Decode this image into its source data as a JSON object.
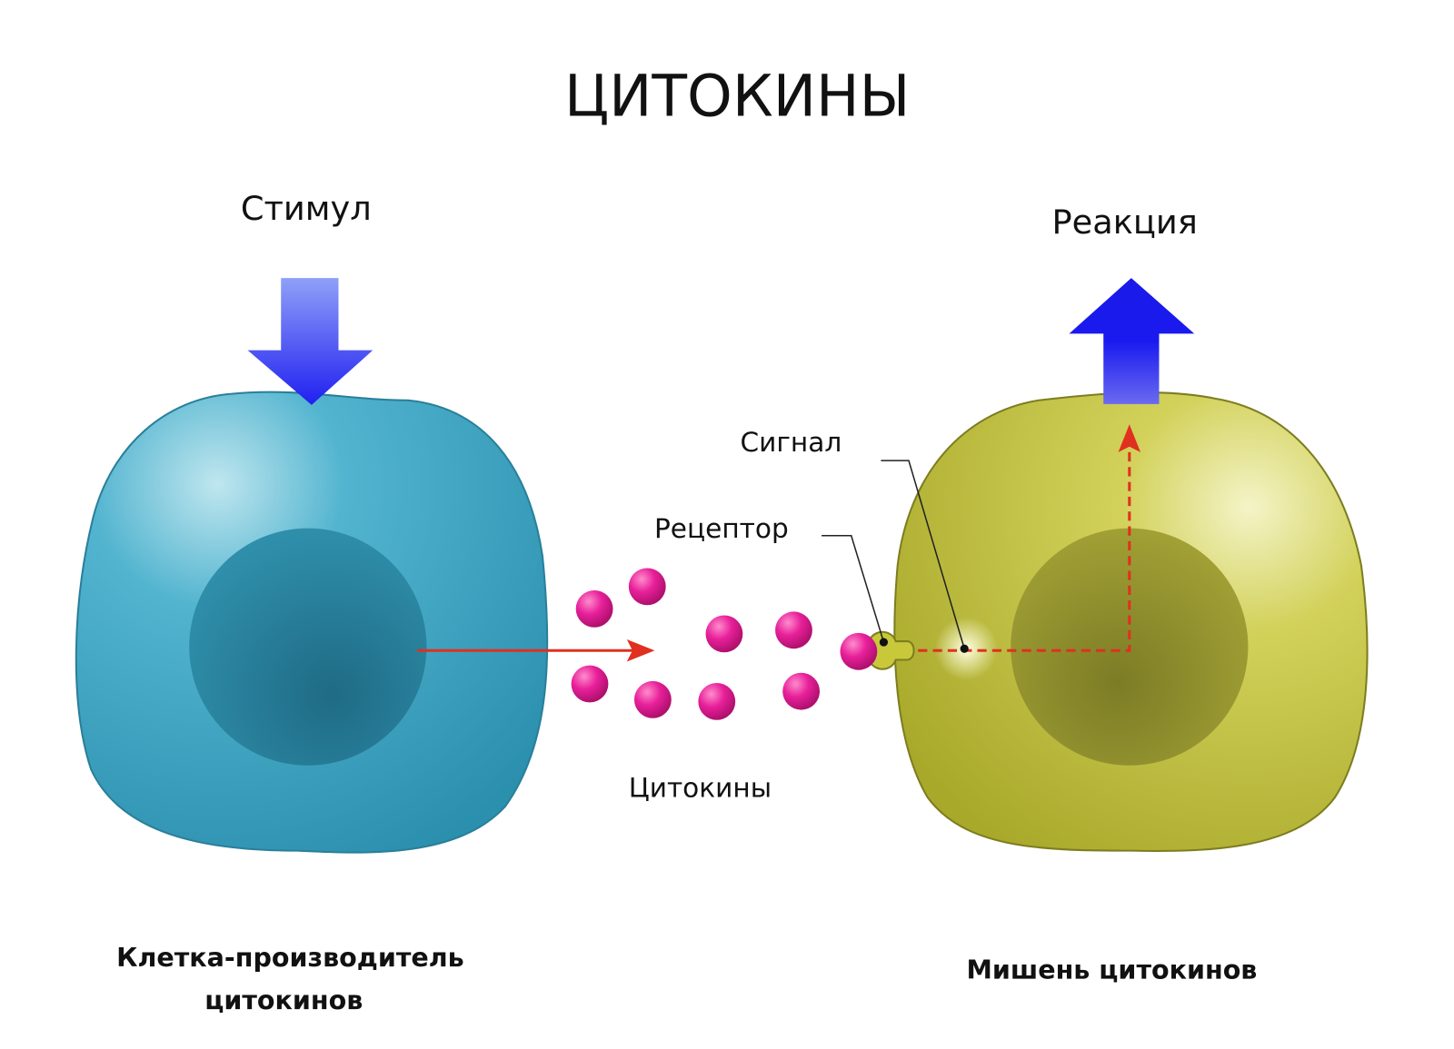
{
  "title": "ЦИТОКИНЫ",
  "labels": {
    "stimulus": "Стимул",
    "reaction": "Реакция",
    "signal": "Сигнал",
    "receptor": "Рецептор",
    "cytokines": "Цитокины",
    "producer_cell_line1": "Клетка-производитель",
    "producer_cell_line2": "цитокинов",
    "target_cell": "Мишень цитокинов"
  },
  "colors": {
    "producer_cell": "#3fa3c2",
    "target_cell": "#c3c23a",
    "cytokine": "#e0208a",
    "arrow_blue": "#2f2ff0",
    "signal_arrow": "#e03020"
  }
}
